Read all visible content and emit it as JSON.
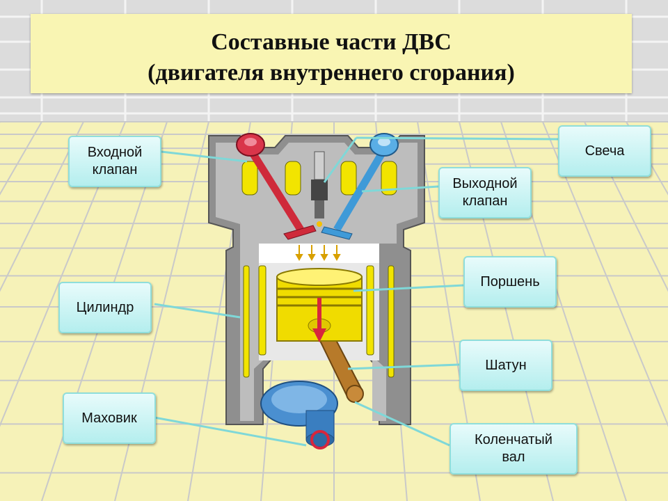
{
  "title": {
    "line1": "Составные части ДВС",
    "line2": "(двигателя внутреннего сгорания)"
  },
  "labels": {
    "intake_valve": {
      "line1": "Входной",
      "line2": "клапан"
    },
    "spark_plug": "Свеча",
    "exhaust_valve": {
      "line1": "Выходной",
      "line2": "клапан"
    },
    "cylinder": "Цилиндр",
    "piston": "Поршень",
    "connecting_rod": "Шатун",
    "flywheel": "Маховик",
    "crankshaft": {
      "line1": "Коленчатый",
      "line2": "вал"
    }
  },
  "colors": {
    "background": "#f6f2b8",
    "grid": "#c8c8c8",
    "label_fill": "#c6f2f2",
    "label_border": "#8fdedb",
    "leader_line": "#7fd8d8",
    "engine_block": "#8f8f8f",
    "coolant": "#f2e400",
    "intake_valve": "#cf2a3a",
    "exhaust_valve": "#3f9ad8",
    "piston": "#f0dc00",
    "crankshaft": "#4a8fd0",
    "connecting_rod": "#b77a2a"
  }
}
